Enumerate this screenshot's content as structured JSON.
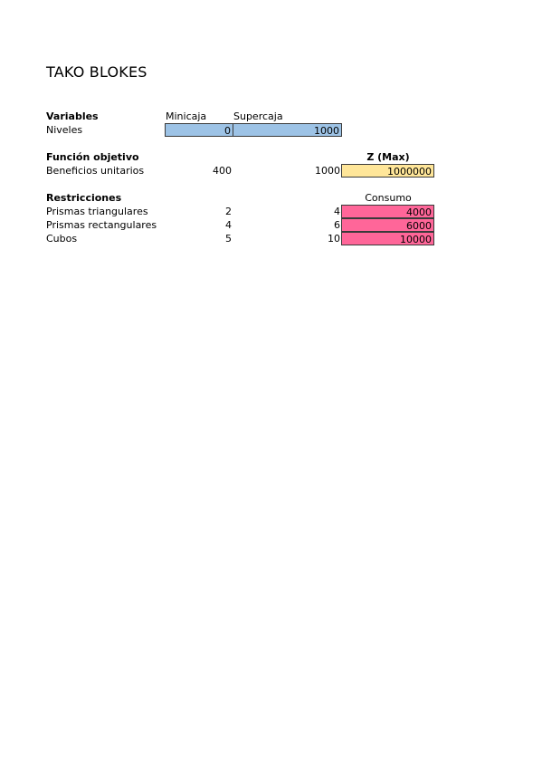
{
  "title": "TAKO BLOKES",
  "colors": {
    "input_bg": "#9dc3e6",
    "objective_bg": "#ffe699",
    "consume_bg": "#ff6699"
  },
  "variables": {
    "header": "Variables",
    "col1": "Minicaja",
    "col2": "Supercaja",
    "row_label": "Niveles",
    "values": [
      "0",
      "1000"
    ]
  },
  "objective": {
    "header": "Función objetivo",
    "z_label": "Z (Max)",
    "row_label": "Beneficios unitarios",
    "coefs": [
      "400",
      "1000"
    ],
    "z_value": "1000000"
  },
  "constraints": {
    "header": "Restricciones",
    "consumo_label": "Consumo",
    "rows": [
      {
        "label": "Prismas triangulares",
        "a": "2",
        "b": "4",
        "consumo": "4000"
      },
      {
        "label": "Prismas rectangulares",
        "a": "4",
        "b": "6",
        "consumo": "6000"
      },
      {
        "label": "Cubos",
        "a": "5",
        "b": "10",
        "consumo": "10000"
      }
    ]
  }
}
